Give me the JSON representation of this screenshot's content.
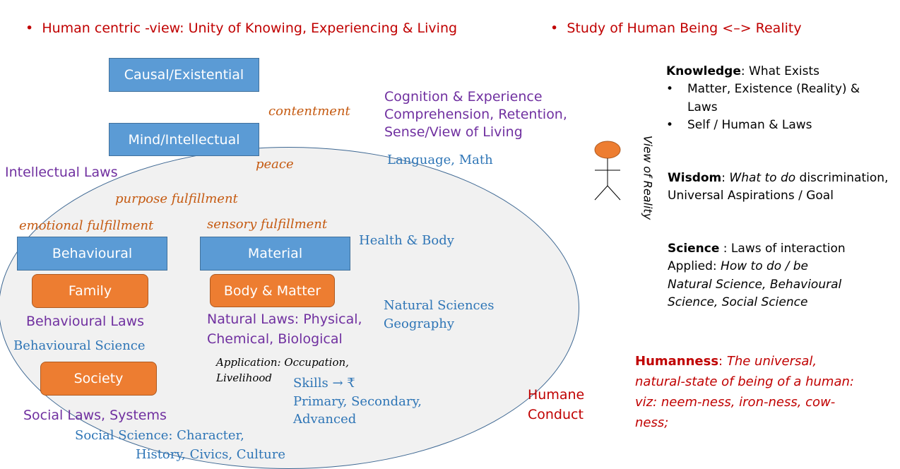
{
  "header": {
    "left_bullet": "Human centric -view: Unity of Knowing, Experiencing & Living",
    "right_bullet": "Study of Human Being <–> Reality"
  },
  "boxes": {
    "causal": "Causal/Existential",
    "mind": "Mind/Intellectual",
    "behavioural": "Behavioural",
    "material": "Material",
    "family": "Family",
    "body_matter": "Body & Matter",
    "society": "Society"
  },
  "fulfillment": {
    "contentment": "contentment",
    "peace": "peace",
    "purpose": "purpose fulfillment",
    "emotional": "emotional fulfillment",
    "sensory": "sensory fulfillment"
  },
  "laws": {
    "intellectual": "Intellectual Laws",
    "behavioural": "Behavioural Laws",
    "natural_1": "Natural Laws: Physical,",
    "natural_2": "Chemical, Biological",
    "social": "Social Laws, Systems"
  },
  "cognition": {
    "line1": "Cognition & Experience",
    "line2": "Comprehension, Retention,",
    "line3": "Sense/View of Living"
  },
  "sciences": {
    "language_math": "Language, Math",
    "health_body": "Health & Body",
    "natural_sciences": "Natural Sciences",
    "geography": "Geography",
    "behavioural_science": "Behavioural Science",
    "social_science_1": "Social Science: Character,",
    "social_science_2": "History, Civics, Culture",
    "skills": "Skills → ₹",
    "primary_secondary": "Primary, Secondary,",
    "advanced": "Advanced"
  },
  "application": {
    "line1": "Application: Occupation,",
    "line2": "Livelihood"
  },
  "humane_conduct": {
    "line1": "Humane",
    "line2": "Conduct"
  },
  "figure": {
    "label": "View of Reality",
    "head_color": "#ed7d31"
  },
  "right_panel": {
    "knowledge_label": "Knowledge",
    "knowledge_text": ": What Exists",
    "knowledge_item1a": "Matter, Existence (Reality) &",
    "knowledge_item1b": "Laws",
    "knowledge_item2": "Self / Human & Laws",
    "wisdom_label": "Wisdom",
    "wisdom_sep": ": ",
    "wisdom_italic": "What to do",
    "wisdom_rest": " discrimination,",
    "wisdom_line2": "Universal Aspirations / Goal",
    "science_label": "Science",
    "science_text": " : Laws of interaction",
    "applied_label": "Applied: ",
    "applied_italic": "How to do / be",
    "science_line3": "Natural Science, Behavioural",
    "science_line4": "Science,  Social Science",
    "humanness_label": "Humanness",
    "humanness_colon": ": ",
    "humanness_1": "The universal,",
    "humanness_2": "natural-state of being of a human:",
    "humanness_3": "viz: neem-ness, iron-ness, cow-",
    "humanness_4": "ness;"
  },
  "colors": {
    "box_blue": "#5b9bd5",
    "box_orange": "#ed7d31",
    "heading_red": "#c00000",
    "law_purple": "#7030a0",
    "science_teal": "#2e75b6",
    "fulfillment_orange": "#c55a11"
  }
}
